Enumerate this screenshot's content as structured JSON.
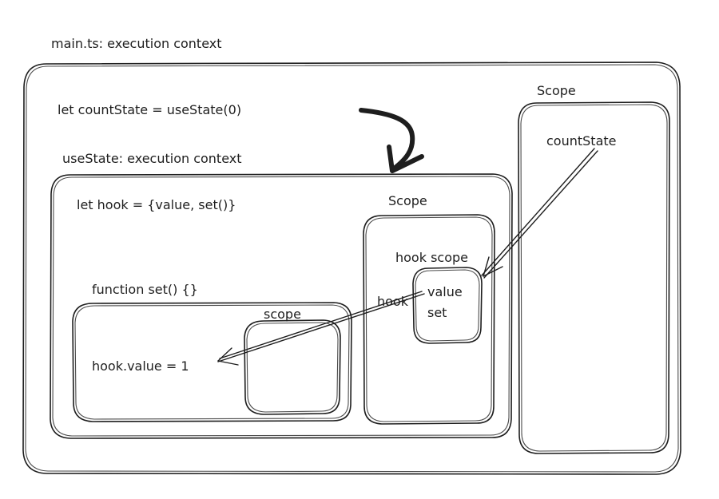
{
  "labels": {
    "main_context": "main.ts: execution context",
    "main_code": "let countState = useState(0)",
    "main_scope_title": "Scope",
    "count_state": "countState",
    "use_state_context": "useState: execution context",
    "hook_code": "let hook = {value, set()}",
    "use_state_scope_title": "Scope",
    "hook_scope_title": "hook scope",
    "hook_value": "value",
    "hook_set": "set",
    "hook_ref": "hook",
    "set_function": "function set() {}",
    "set_scope_title": "scope",
    "assignment": "hook.value = 1"
  }
}
